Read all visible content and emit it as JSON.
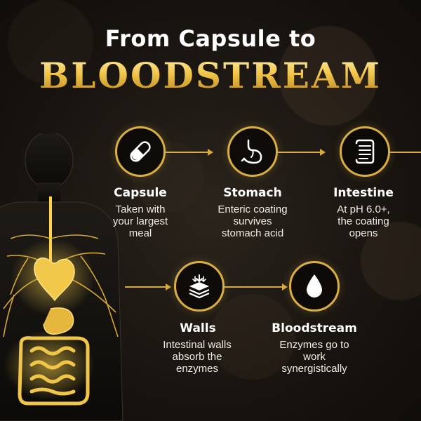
{
  "heading": {
    "line1": "From Capsule to",
    "line2": "BLOODSTREAM"
  },
  "colors": {
    "gold": "#d9ae45",
    "background": "#17130f",
    "text": "#ffffff"
  },
  "steps": [
    {
      "title": "Capsule",
      "lines": [
        "Taken with",
        "your largest",
        "meal"
      ],
      "icon": "capsule-icon"
    },
    {
      "title": "Stomach",
      "lines": [
        "Enteric coating",
        "survives",
        "stomach acid"
      ],
      "icon": "stomach-icon"
    },
    {
      "title": "Intestine",
      "lines": [
        "At pH 6.0+,",
        "the coating",
        "opens"
      ],
      "icon": "intestine-icon"
    },
    {
      "title": "Walls",
      "lines": [
        "Intestinal walls",
        "absorb the",
        "enzymes"
      ],
      "icon": "layers-absorb-icon"
    },
    {
      "title": "Bloodstream",
      "lines": [
        "Enzymes go to",
        "work",
        "synergistically"
      ],
      "icon": "droplet-icon"
    }
  ]
}
